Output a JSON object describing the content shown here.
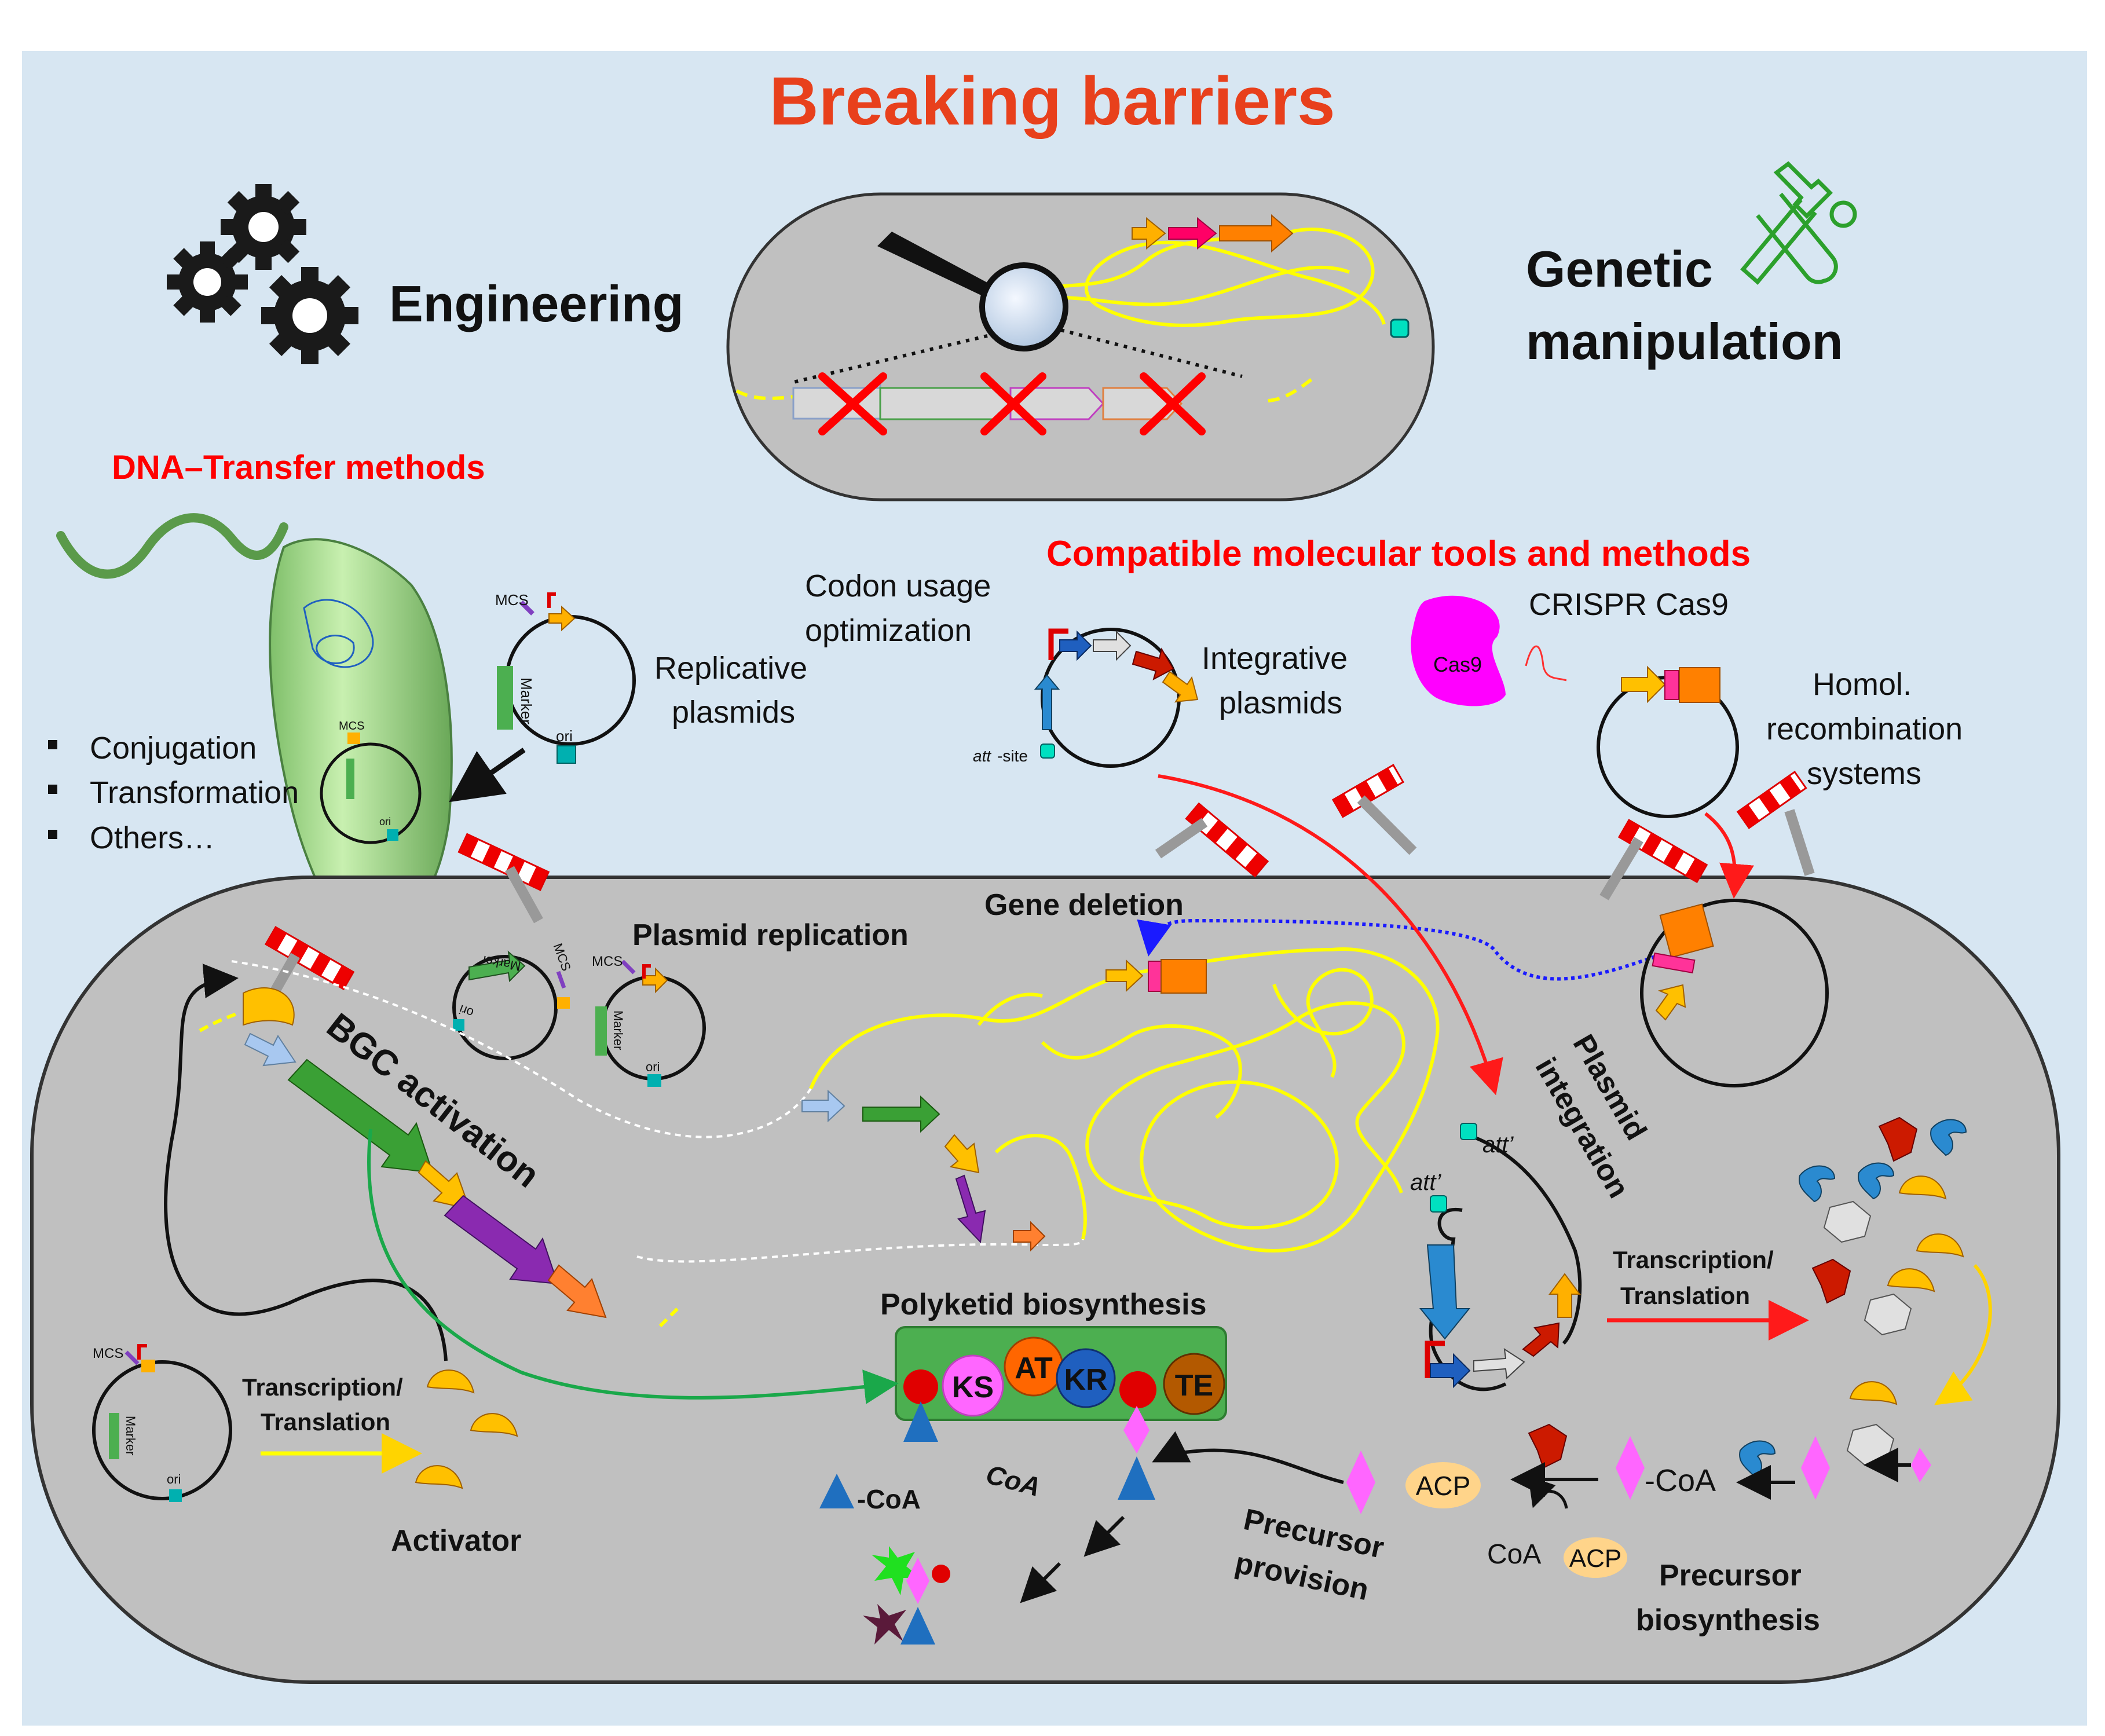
{
  "title": "Breaking barriers",
  "headers": {
    "engineering": "Engineering",
    "genetic_manipulation_1": "Genetic",
    "genetic_manipulation_2": "manipulation",
    "dna_transfer": "DNA–Transfer methods",
    "compatible_tools": "Compatible molecular tools and methods"
  },
  "dna_transfer_list": [
    "Conjugation",
    "Transformation",
    "Others…"
  ],
  "labels": {
    "codon_1": "Codon usage",
    "codon_2": "optimization",
    "replicative_1": "Replicative",
    "replicative_2": "plasmids",
    "integrative_1": "Integrative",
    "integrative_2": "plasmids",
    "crispr": "CRISPR Cas9",
    "cas9": "Cas9",
    "homol_1": "Homol.",
    "homol_2": "recombination",
    "homol_3": "systems",
    "gene_deletion": "Gene deletion",
    "plasmid_replication": "Plasmid replication",
    "bgc_activation": "BGC activation",
    "plasmid_integration_1": "Plasmid",
    "plasmid_integration_2": "integration",
    "att_prime": "att’",
    "att_site": "att",
    "att_site_suffix": "-site",
    "mcs": "MCS",
    "marker": "Marker",
    "ori": "ori",
    "transcription": "Transcription/",
    "translation": "Translation",
    "polyketide": "Polyketid biosynthesis",
    "ks": "KS",
    "at": "AT",
    "kr": "KR",
    "te": "TE",
    "coa": "CoA",
    "neg_coa": "-CoA",
    "acp": "ACP",
    "activator": "Activator",
    "precursor_provision_1": "Precursor",
    "precursor_provision_2": "provision",
    "precursor_biosynthesis_1": "Precursor",
    "precursor_biosynthesis_2": "biosynthesis"
  },
  "colors": {
    "title": "#e8401c",
    "red_header": "#ff0000",
    "background": "#d7e6f2",
    "cell": "#c0c0c0",
    "chromosome": "#ffff00",
    "gear": "#1a1a1a",
    "wrench": "#2ca02c",
    "cas9": "#ff00ff",
    "ks": "#ff66ff",
    "at": "#ff6600",
    "kr": "#1f5fbf",
    "te": "#b35900",
    "pks_domain": "#4caf50",
    "activator": "#ffc000",
    "coa_triangle": "#1f6fbf",
    "diamond": "#ff66ff"
  },
  "icons": [
    "gear-icon",
    "magnifier-icon",
    "wrench-hammer-icon",
    "bacterium-icon",
    "cas9-icon",
    "barrier-icon"
  ]
}
